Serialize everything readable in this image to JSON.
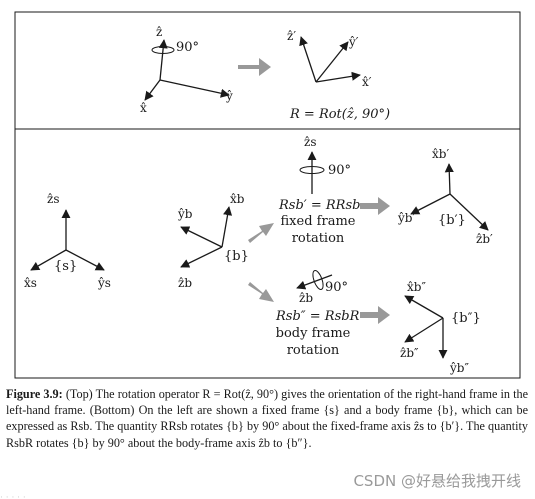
{
  "top_panel": {
    "frame_left": {
      "z": "ẑ",
      "x": "x̂",
      "y": "ŷ",
      "angle": "90°"
    },
    "frame_right": {
      "z": "ẑ′",
      "y": "ŷ′",
      "x": "x̂′"
    },
    "equation": "R = Rot(ẑ, 90°)"
  },
  "bottom_panel": {
    "frame_s": {
      "z": "ẑs",
      "x": "x̂s",
      "y": "ŷs",
      "label": "{s}"
    },
    "frame_b": {
      "y": "ŷb",
      "x": "x̂b",
      "z": "ẑb",
      "label": "{b}"
    },
    "fixed": {
      "axis": "ẑs",
      "angle": "90°",
      "equation": "Rsb′ = RRsb",
      "line1": "fixed frame",
      "line2": "rotation"
    },
    "frame_b1": {
      "x": "x̂b′",
      "y": "ŷb′",
      "z": "ẑb′",
      "label": "{b′}"
    },
    "body": {
      "axis": "ẑb",
      "angle": "90°",
      "equation": "Rsb″ = RsbR",
      "line1": "body frame",
      "line2": "rotation"
    },
    "frame_b2": {
      "x": "x̂b″",
      "z": "ẑb″",
      "y": "ŷb″",
      "label": "{b″}"
    }
  },
  "caption": {
    "label": "Figure 3.9:",
    "text": "(Top) The rotation operator R = Rot(ẑ, 90°) gives the orientation of the right-hand frame in the left-hand frame. (Bottom) On the left are shown a fixed frame {s} and a body frame {b}, which can be expressed as Rsb. The quantity RRsb rotates {b} by 90° about the fixed-frame axis ẑs to {b′}. The quantity RsbR rotates {b} by 90° about the body-frame axis ẑb to {b″}."
  },
  "watermark": "CSDN @好悬给我拽开线",
  "cutoff_text": "·  ·    ·  ·            ·"
}
